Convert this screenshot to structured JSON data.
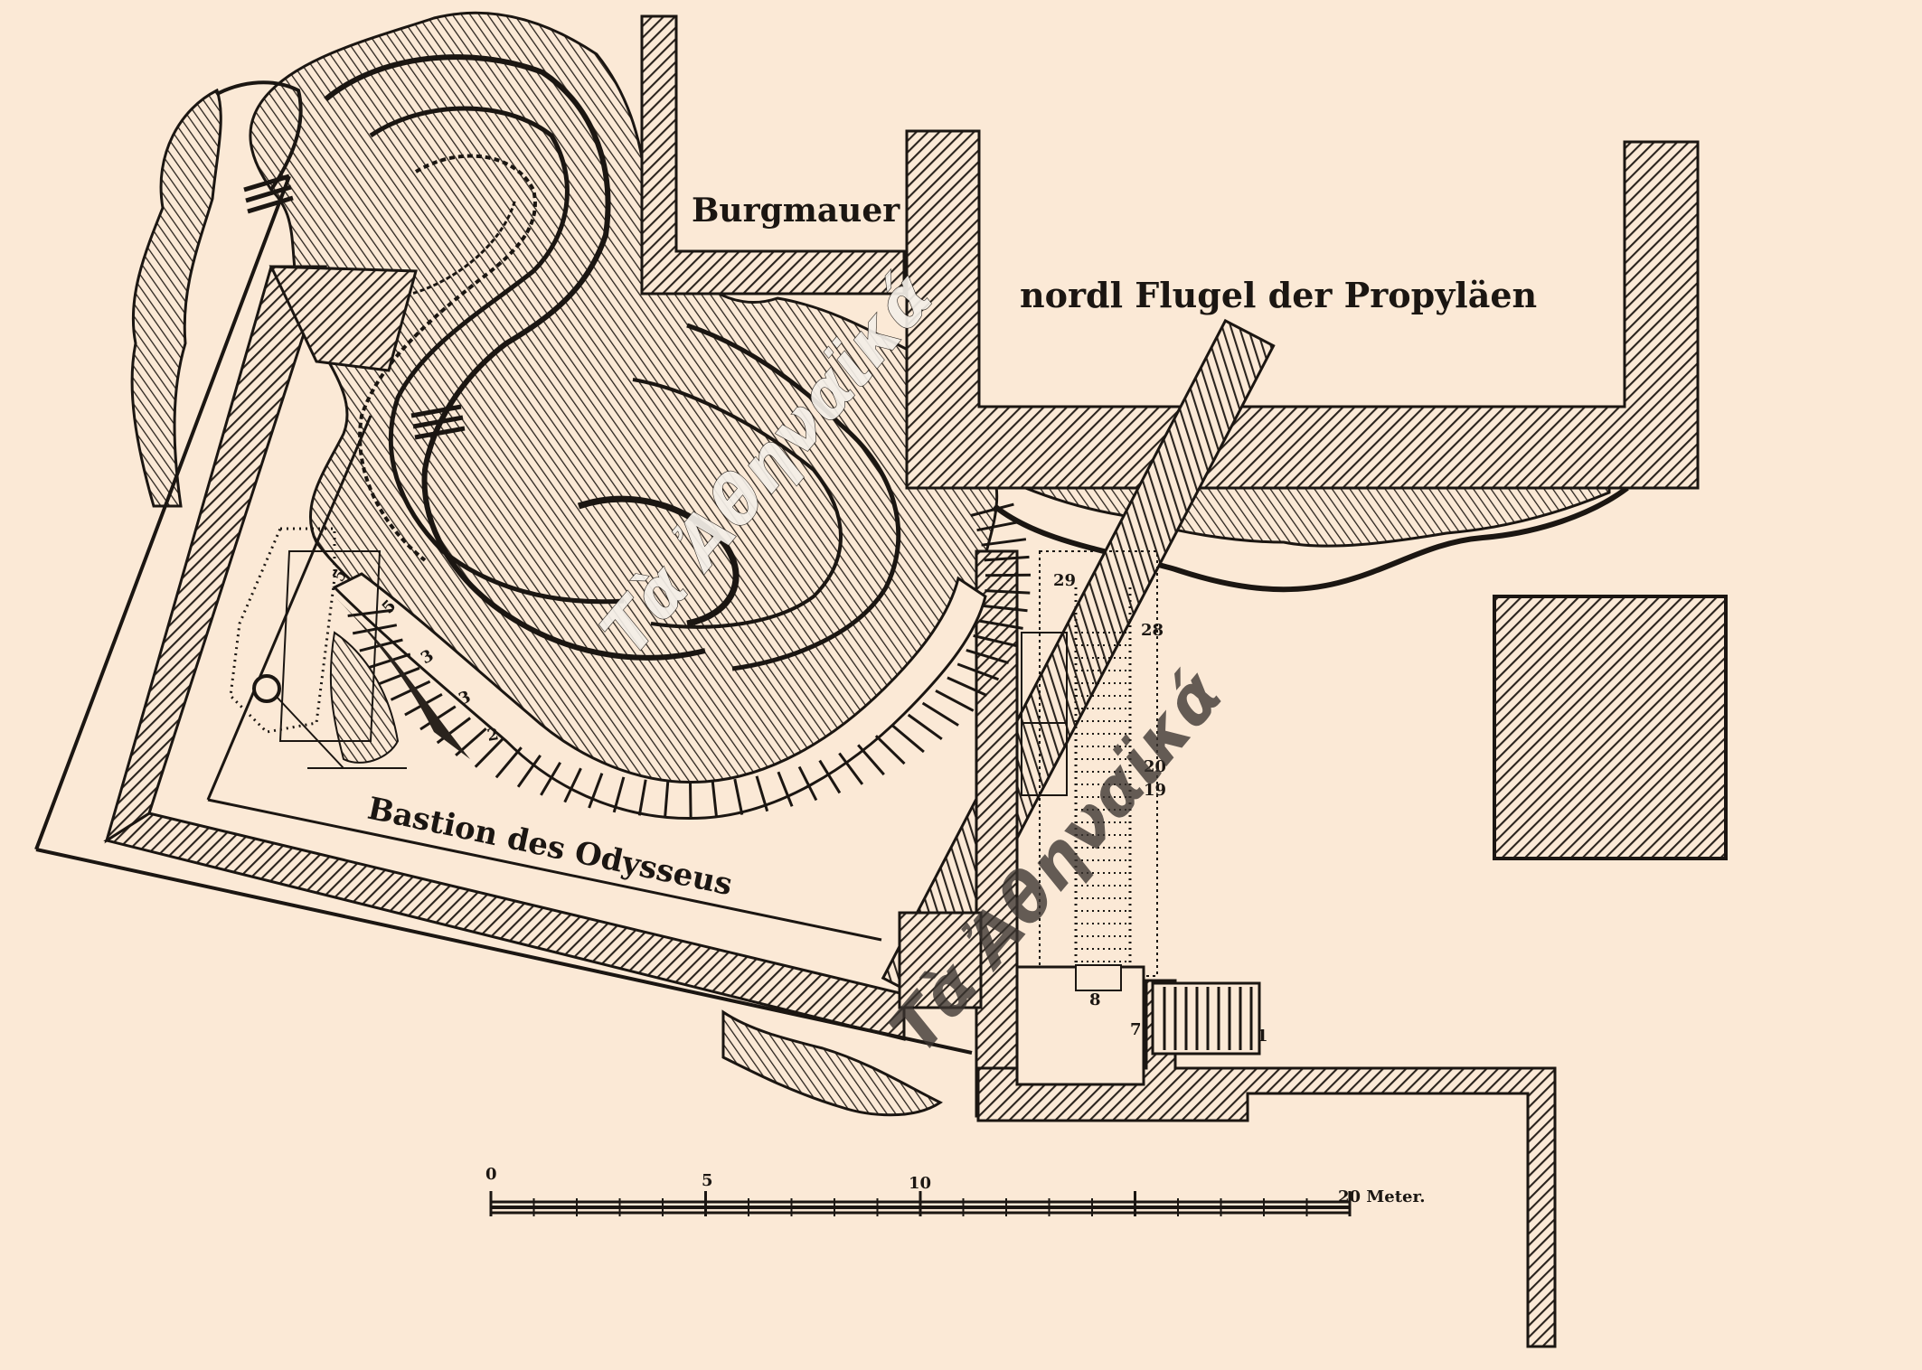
{
  "colors": {
    "paper": "#fbe9d6",
    "ink": "#1b1612",
    "hatch": "#2a231d",
    "watermark_light": "#f4efe8",
    "watermark_dark": "#3a3430"
  },
  "labels": {
    "burgmauer": "Burgmauer",
    "propylaeen": "nordl Flugel der Propyläen",
    "bastion": "Bastion des Odysseus"
  },
  "stair_numbers": {
    "n29": "29",
    "n28": "28",
    "n20": "20",
    "n19": "19",
    "n8": "8",
    "n7": "7",
    "n1": "1"
  },
  "arc_numbers": [
    "5",
    "5",
    "3",
    "3",
    "2"
  ],
  "scale_bar": {
    "t0": "0",
    "t5": "5",
    "t10": "10",
    "t20": "20 Meter."
  },
  "watermark": {
    "text": "Τὰ Ἀθηναϊκά"
  }
}
